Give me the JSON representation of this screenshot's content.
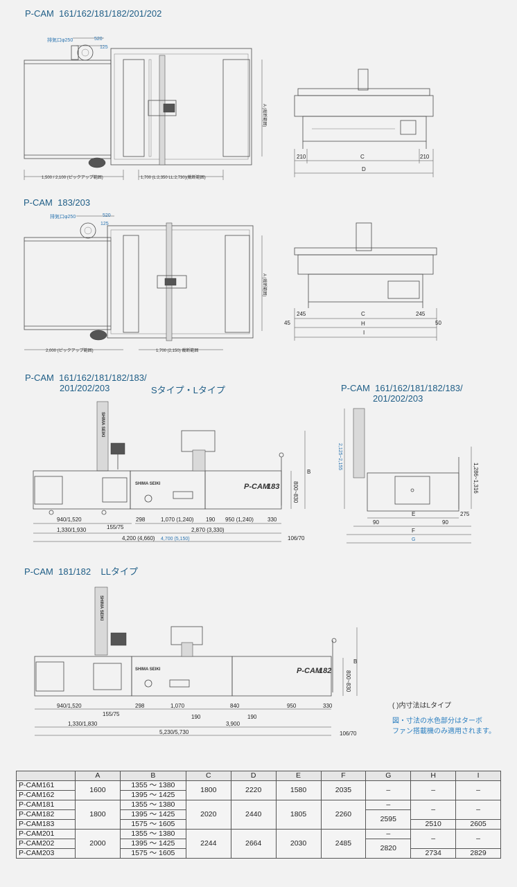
{
  "sections": {
    "s1_title": "P-CAM  161/162/181/182/201/202",
    "s2_title": "P-CAM  183/203",
    "s3_title_l1": "P-CAM  161/162/181/182/183/",
    "s3_title_l2": "201/202/203",
    "s3_type": "Sタイプ・Lタイプ",
    "s4_title_l1": "P-CAM  161/162/181/182/183/",
    "s4_title_l2": "201/202/203",
    "s5_title": "P-CAM  181/182    LLタイプ"
  },
  "drawing1": {
    "exhaust": "排気口φ250",
    "d520": "520",
    "d125": "125",
    "pickup": "1,500 / 2,100 (ピックアップ範囲)",
    "cut": "1,700 (L:2,350 LL:2,730)(裁断範囲)",
    "a_label": "A (裁断範囲)",
    "c": "C",
    "d": "D",
    "d210l": "210",
    "d210r": "210"
  },
  "drawing2": {
    "exhaust": "排気口φ250",
    "d520": "520",
    "d125": "125",
    "pickup": "2,000 (ピックアップ範囲)",
    "cut": "1,700 (2,150) 裁断範囲",
    "a_label": "A (裁断範囲)",
    "c": "C",
    "h": "H",
    "i": "I",
    "d45": "45",
    "d245l": "245",
    "d245r": "245",
    "d50": "50"
  },
  "drawing3": {
    "brand": "SHIMA SEIKI",
    "model": "P-CAM",
    "model_num": "183",
    "b": "B",
    "h800": "800~830",
    "d940": "940/1,520",
    "d155": "155/75",
    "d298": "298",
    "d1070": "1,070 (1,240)",
    "d190": "190",
    "d950": "950 (1,240)",
    "d330": "330",
    "d1330": "1,330/1,930",
    "d2870": "2,870 (3,330)",
    "d4200": "4,200 (4,660)",
    "d4700": "4,700 (5,150)",
    "d106": "106/70"
  },
  "drawing4": {
    "h2125": "2,125~2,155",
    "h1286": "1,286~1,316",
    "d275": "275",
    "d90l": "90",
    "d90r": "90",
    "e": "E",
    "f": "F",
    "g": "G"
  },
  "drawing5": {
    "brand": "SHIMA SEIKI",
    "model": "P-CAM",
    "model_num": "182",
    "b": "B",
    "h800": "800~830",
    "d940": "940/1,520",
    "d155": "155/75",
    "d298": "298",
    "d1070": "1,070",
    "d840": "840",
    "d950": "950",
    "d330": "330",
    "d190a": "190",
    "d190b": "190",
    "d1330": "1,330/1,830",
    "d3900": "3,900",
    "d5230": "5,230/5,730",
    "d106": "106/70"
  },
  "notes": {
    "paren": "(    )内寸法はLタイプ",
    "blue_l1": "図・寸法の水色部分はターボ",
    "blue_l2": "ファン搭載機のみ適用されます。"
  },
  "table": {
    "headers": [
      "",
      "A",
      "B",
      "C",
      "D",
      "E",
      "F",
      "G",
      "H",
      "I"
    ],
    "groups": [
      {
        "models": [
          "P-CAM161",
          "P-CAM162"
        ],
        "a": "1600",
        "b": [
          "1355 ～ 1380",
          "1395 ～ 1425"
        ],
        "c": "1800",
        "d": "2220",
        "e": "1580",
        "f": "2035",
        "g": "–",
        "h": "–",
        "i": "–"
      },
      {
        "models": [
          "P-CAM181",
          "P-CAM182",
          "P-CAM183"
        ],
        "a": "1800",
        "b": [
          "1355 ～ 1380",
          "1395 ～ 1425",
          "1575 ～ 1605"
        ],
        "c": "2020",
        "d": "2440",
        "e": "1805",
        "f": "2260",
        "g_top": "–",
        "g_bottom": "2595",
        "h_top": "–",
        "h_bottom": "2510",
        "i_top": "–",
        "i_bottom": "2605"
      },
      {
        "models": [
          "P-CAM201",
          "P-CAM202",
          "P-CAM203"
        ],
        "a": "2000",
        "b": [
          "1355 ～ 1380",
          "1395 ～ 1425",
          "1575 ～ 1605"
        ],
        "c": "2244",
        "d": "2664",
        "e": "2030",
        "f": "2485",
        "g_top": "–",
        "g_bottom": "2820",
        "h_top": "–",
        "h_bottom": "2734",
        "i_top": "–",
        "i_bottom": "2829"
      }
    ]
  }
}
